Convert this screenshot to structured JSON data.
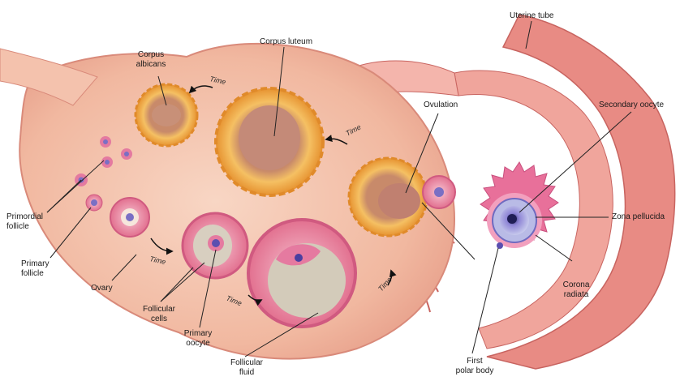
{
  "labels": {
    "uterine_tube": "Uterine tube",
    "corpus_albicans": "Corpus\nalbicans",
    "corpus_luteum": "Corpus luteum",
    "ovulation": "Ovulation",
    "secondary_oocyte": "Secondary oocyte",
    "primordial_follicle": "Primordial\nfollicle",
    "primary_follicle": "Primary\nfollicle",
    "ovary": "Ovary",
    "follicular_cells": "Follicular\ncells",
    "primary_oocyte": "Primary\noocyte",
    "follicular_fluid": "Follicular\nfluid",
    "first_polar_body": "First\npolar body",
    "corona_radiata": "Corona\nradiata",
    "zona_pellucida": "Zona pellucida"
  },
  "time_label": "Time",
  "colors": {
    "ovary_fill": "#f2b9a4",
    "ovary_stroke": "#d98a7a",
    "tube": "#e88b84",
    "follicle_pink": "#e57aa0",
    "luteum_orange": "#f0a040",
    "oocyte_blue": "#7a6fc4",
    "fluid": "#c9c1b0"
  }
}
